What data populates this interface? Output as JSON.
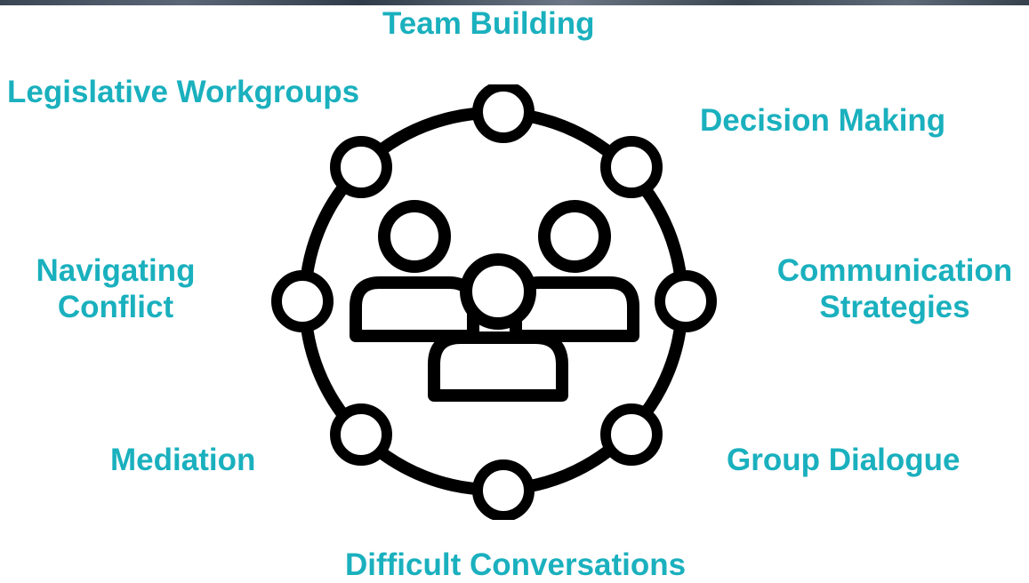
{
  "labels": {
    "team_building": "Team Building",
    "legislative_workgroups": "Legislative Workgroups",
    "decision_making": "Decision Making",
    "navigating_line1": "Navigating",
    "navigating_line2": "Conflict",
    "communication_line1": "Communication",
    "communication_line2": "Strategies",
    "mediation": "Mediation",
    "group_dialogue": "Group Dialogue",
    "difficult_conversations": "Difficult Conversations"
  },
  "colors": {
    "label": "#1ab0be",
    "icon": "#000000",
    "background": "#ffffff"
  },
  "icon": "team-network-icon"
}
